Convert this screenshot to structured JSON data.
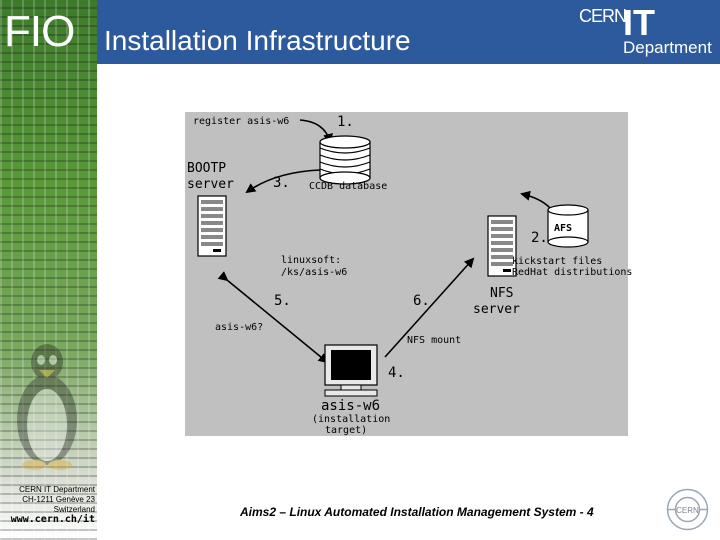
{
  "sidebar": {
    "logo_text": "FIO",
    "footer": {
      "line1": "CERN IT Department",
      "line2": "CH-1211 Genève 23",
      "line3": "Switzerland",
      "url": "www.cern.ch/it"
    }
  },
  "header": {
    "title": "Installation Infrastructure",
    "logo": {
      "cern": "CERN",
      "it": "IT",
      "department": "Department"
    }
  },
  "diagram": {
    "register_label": "register asis-w6",
    "step1": "1.",
    "bootp_line1": "BOOTP",
    "bootp_line2": "server",
    "step3": "3.",
    "ccdb_label": "CCDB database",
    "afs_label": "AFS",
    "step2": "2.",
    "kickstart_line1": "kickstart files",
    "kickstart_line2": "RedHat distributions",
    "linuxsoft_line1": "linuxsoft:",
    "linuxsoft_line2": "/ks/asis-w6",
    "step5": "5.",
    "step6": "6.",
    "nfs_line1": "NFS",
    "nfs_line2": "server",
    "query_label": "asis-w6?",
    "nfs_mount_label": "NFS mount",
    "step4": "4.",
    "client_name": "asis-w6",
    "client_sub1": "(installation",
    "client_sub2": "target)"
  },
  "footer_caption": "Aims2 – Linux Automated Installation Management System - 4",
  "colors": {
    "header_bg": "#2d5a9c",
    "diagram_bg": "#c0c0c0",
    "sidebar_green": "#4f8a34"
  }
}
